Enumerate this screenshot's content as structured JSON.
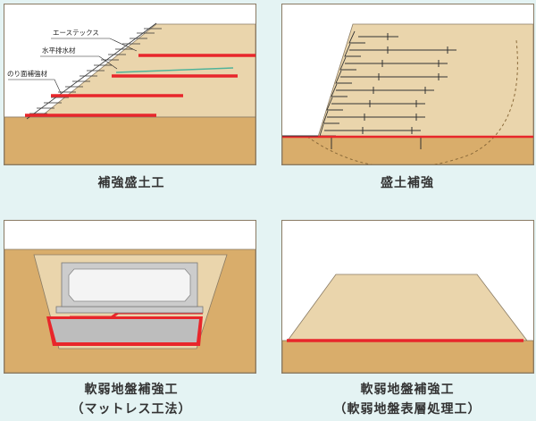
{
  "panels": [
    {
      "id": "reinforced-embankment",
      "caption": "補強盛土工",
      "callouts": {
        "facing": "エーステックス",
        "drain": "水平排水材",
        "slope_reinforcement": "のり面補強材"
      }
    },
    {
      "id": "embankment-reinforcement",
      "caption": "盛土補強"
    },
    {
      "id": "soft-ground-mattress",
      "caption": "軟弱地盤補強工",
      "subcaption": "（マットレス工法）"
    },
    {
      "id": "soft-ground-surface",
      "caption": "軟弱地盤補強工",
      "subcaption": "（軟弱地盤表層処理工）"
    }
  ],
  "colors": {
    "background": "#e4f3f3",
    "fill_soil": "#ead5ac",
    "ground": "#d9ad6b",
    "reinforcement": "#e8262b",
    "drain": "#4fb39a",
    "frame": "#ffffff",
    "border": "#8a7b64"
  }
}
